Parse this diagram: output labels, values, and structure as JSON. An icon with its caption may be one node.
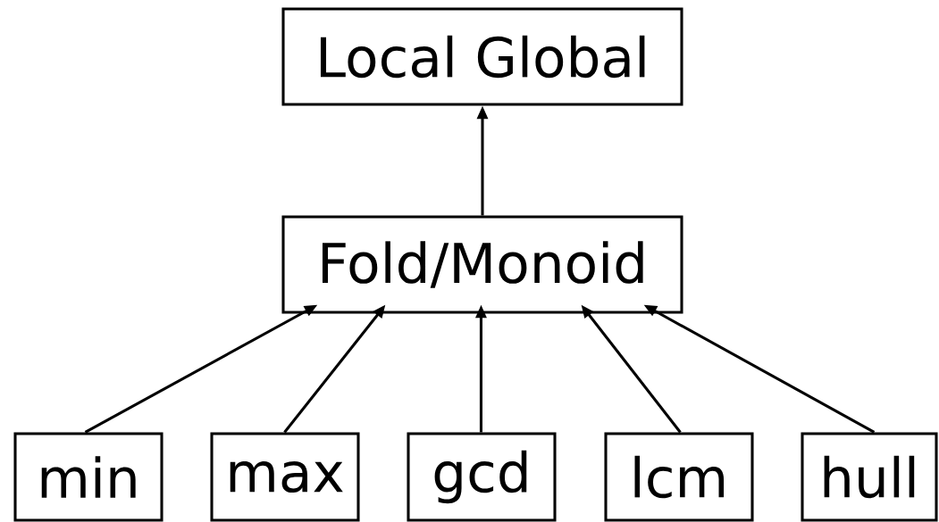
{
  "diagram": {
    "nodes": [
      {
        "text": [
          "Local Global"
        ]
      },
      {
        "text": [
          "Fold/Monoid"
        ]
      },
      {
        "text": [
          "min"
        ]
      },
      {
        "text": [
          "max"
        ]
      },
      {
        "text": [
          "gcd"
        ]
      },
      {
        "text": [
          "lcm"
        ]
      },
      {
        "text": [
          "hull"
        ]
      }
    ],
    "edges": [
      {
        "from": 1,
        "to": 0,
        "arrow": "to"
      },
      {
        "from": 2,
        "to": 1,
        "arrow": "to"
      },
      {
        "from": 3,
        "to": 1,
        "arrow": "to"
      },
      {
        "from": 4,
        "to": 1,
        "arrow": "to"
      },
      {
        "from": 5,
        "to": 1,
        "arrow": "to"
      },
      {
        "from": 6,
        "to": 1,
        "arrow": "to"
      }
    ]
  }
}
